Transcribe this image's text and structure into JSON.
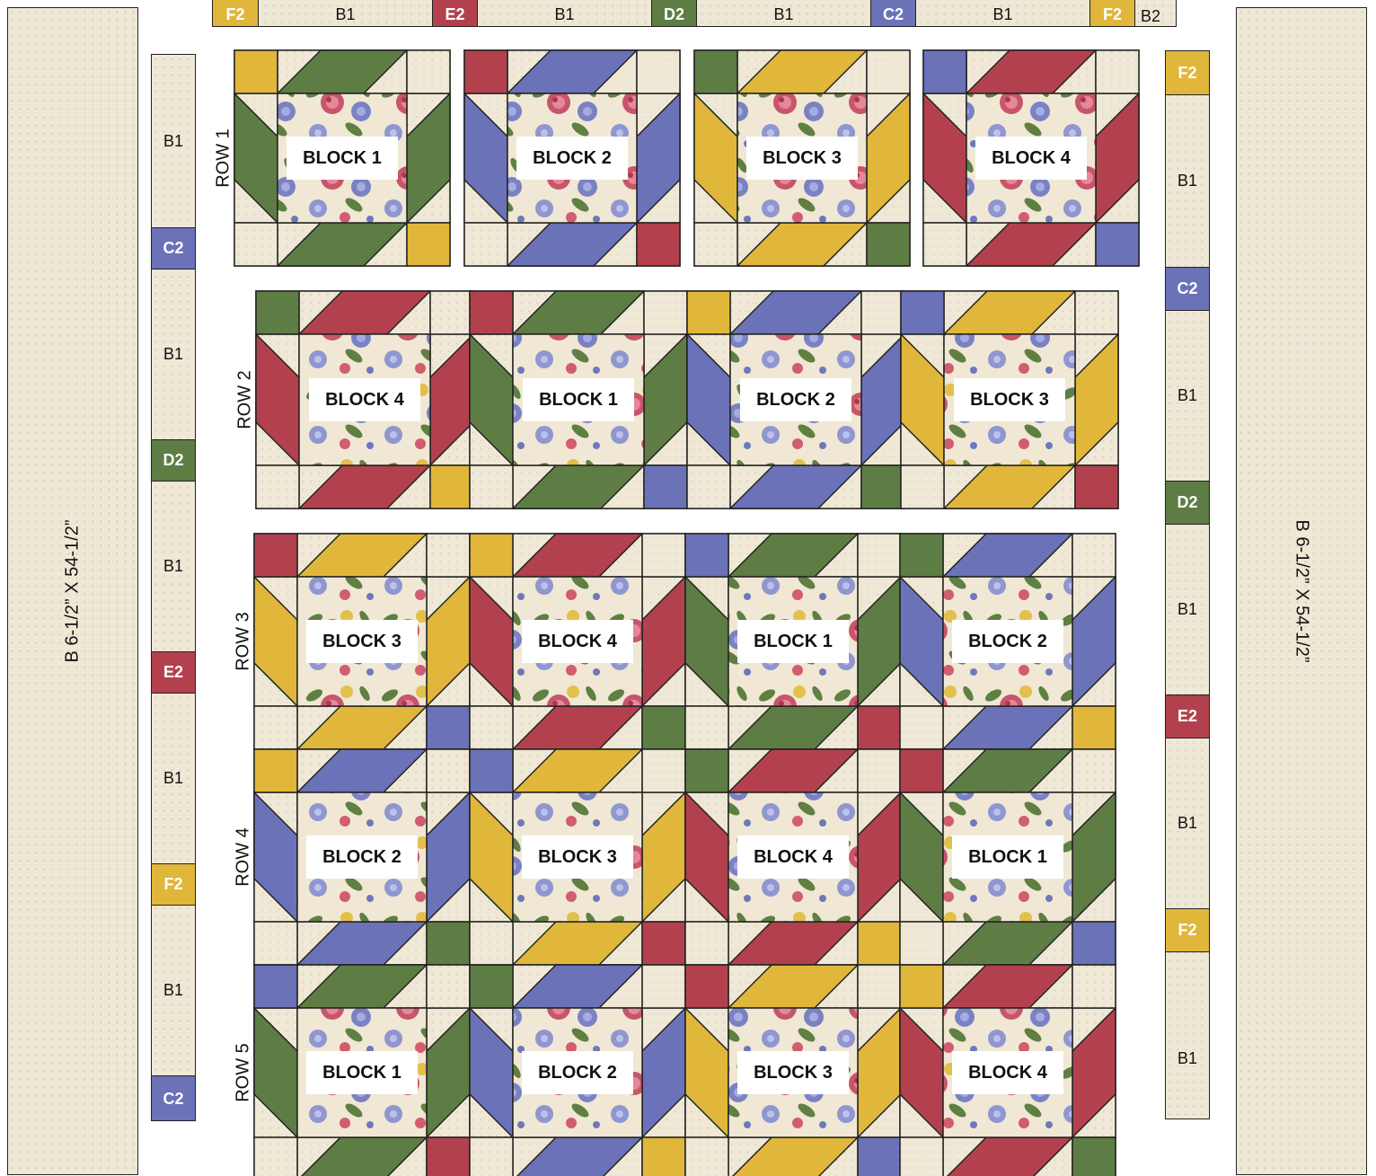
{
  "colors": {
    "background": "#efe8d6",
    "C2": "#6b72b8",
    "D2": "#5e7d44",
    "E2": "#b3414d",
    "F2": "#e0b73a",
    "outline": "#222222",
    "floral": "#f0e8d4"
  },
  "outer_borders": {
    "left_label": "B 6-1/2” X 54-1/2”",
    "right_label": "B 6-1/2” X 54-1/2”"
  },
  "top_sashing": [
    {
      "label": "F2",
      "fabric": "F2"
    },
    {
      "label": "B1",
      "fabric": "B1"
    },
    {
      "label": "E2",
      "fabric": "E2"
    },
    {
      "label": "B1",
      "fabric": "B1"
    },
    {
      "label": "D2",
      "fabric": "D2"
    },
    {
      "label": "B1",
      "fabric": "B1"
    },
    {
      "label": "C2",
      "fabric": "C2"
    },
    {
      "label": "B1",
      "fabric": "B1"
    },
    {
      "label": "F2",
      "fabric": "F2"
    },
    {
      "label": "B2",
      "fabric": "B2"
    }
  ],
  "left_sashing": [
    {
      "label": "B1",
      "fabric": "B1"
    },
    {
      "label": "C2",
      "fabric": "C2"
    },
    {
      "label": "B1",
      "fabric": "B1"
    },
    {
      "label": "D2",
      "fabric": "D2"
    },
    {
      "label": "B1",
      "fabric": "B1"
    },
    {
      "label": "E2",
      "fabric": "E2"
    },
    {
      "label": "B1",
      "fabric": "B1"
    },
    {
      "label": "F2",
      "fabric": "F2"
    },
    {
      "label": "B1",
      "fabric": "B1"
    },
    {
      "label": "C2",
      "fabric": "C2"
    }
  ],
  "right_sashing": [
    {
      "label": "F2",
      "fabric": "F2"
    },
    {
      "label": "B1",
      "fabric": "B1"
    },
    {
      "label": "C2",
      "fabric": "C2"
    },
    {
      "label": "B1",
      "fabric": "B1"
    },
    {
      "label": "D2",
      "fabric": "D2"
    },
    {
      "label": "B1",
      "fabric": "B1"
    },
    {
      "label": "E2",
      "fabric": "E2"
    },
    {
      "label": "B1",
      "fabric": "B1"
    },
    {
      "label": "F2",
      "fabric": "F2"
    },
    {
      "label": "B1",
      "fabric": "B1"
    }
  ],
  "rows": [
    {
      "label": "ROW 1",
      "blocks": [
        {
          "label": "BLOCK 1",
          "color": "D2",
          "corner": "F2"
        },
        {
          "label": "BLOCK 2",
          "color": "C2",
          "corner": "E2"
        },
        {
          "label": "BLOCK 3",
          "color": "F2",
          "corner": "D2"
        },
        {
          "label": "BLOCK 4",
          "color": "E2",
          "corner": "C2"
        }
      ]
    },
    {
      "label": "ROW 2",
      "blocks": [
        {
          "label": "BLOCK 4",
          "color": "E2"
        },
        {
          "label": "BLOCK 1",
          "color": "D2"
        },
        {
          "label": "BLOCK 2",
          "color": "C2"
        },
        {
          "label": "BLOCK 3",
          "color": "F2"
        }
      ]
    },
    {
      "label": "ROW 3",
      "blocks": [
        {
          "label": "BLOCK 3",
          "color": "F2"
        },
        {
          "label": "BLOCK 4",
          "color": "E2"
        },
        {
          "label": "BLOCK 1",
          "color": "D2"
        },
        {
          "label": "BLOCK 2",
          "color": "C2"
        }
      ]
    },
    {
      "label": "ROW 4",
      "blocks": [
        {
          "label": "BLOCK 2",
          "color": "C2"
        },
        {
          "label": "BLOCK 3",
          "color": "F2"
        },
        {
          "label": "BLOCK 4",
          "color": "E2"
        },
        {
          "label": "BLOCK 1",
          "color": "D2"
        }
      ]
    },
    {
      "label": "ROW 5",
      "blocks": [
        {
          "label": "BLOCK 1",
          "color": "D2"
        },
        {
          "label": "BLOCK 2",
          "color": "C2"
        },
        {
          "label": "BLOCK 3",
          "color": "F2"
        },
        {
          "label": "BLOCK 4",
          "color": "E2"
        }
      ]
    }
  ]
}
